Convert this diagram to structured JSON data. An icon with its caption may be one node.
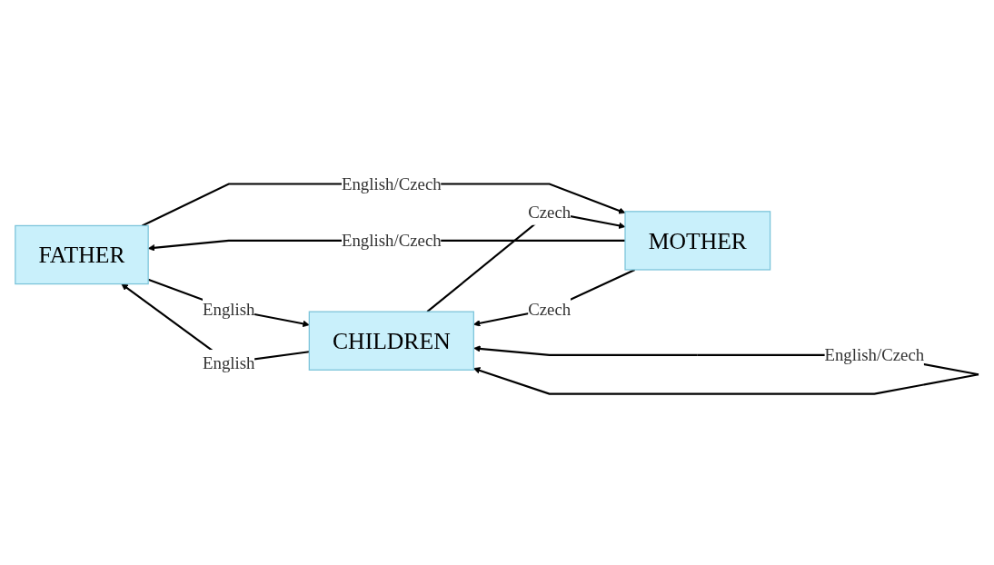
{
  "diagram": {
    "nodes": [
      {
        "text": [
          "FATHER"
        ]
      },
      {
        "text": [
          "MOTHER"
        ]
      },
      {
        "text": [
          "CHILDREN"
        ]
      }
    ],
    "edges": [
      {
        "from": 0,
        "to": 2,
        "arrow": "to",
        "label": "English"
      },
      {
        "from": 2,
        "to": 0,
        "arrow": "to",
        "label": "English"
      },
      {
        "from": 1,
        "to": 0,
        "arrow": "to",
        "label": "English/Czech"
      },
      {
        "from": 0,
        "to": 1,
        "arrow": "to",
        "label": "English/Czech"
      },
      {
        "from": 1,
        "to": 2,
        "arrow": "to",
        "label": "Czech"
      },
      {
        "from": 2,
        "to": 1,
        "arrow": "to",
        "label": "Czech"
      },
      {
        "from": 2,
        "to": 2,
        "arrow": "both",
        "label": "English/Czech"
      }
    ]
  }
}
